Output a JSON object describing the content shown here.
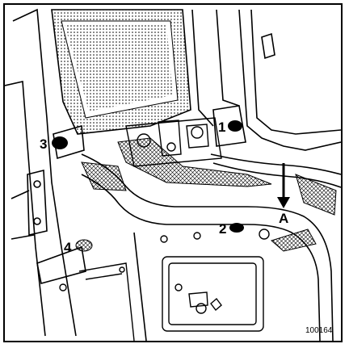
{
  "figure": {
    "reference_code": "100164",
    "callouts": [
      {
        "id": "1",
        "label": "1"
      },
      {
        "id": "2",
        "label": "2"
      },
      {
        "id": "3",
        "label": "3"
      },
      {
        "id": "4",
        "label": "4"
      }
    ],
    "arrow_label": "A",
    "colors": {
      "ink": "#000000",
      "background": "#ffffff"
    }
  }
}
